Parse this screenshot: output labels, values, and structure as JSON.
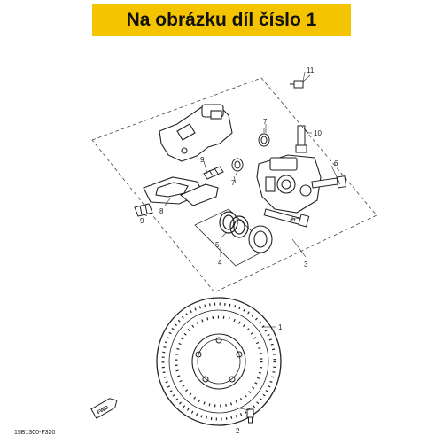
{
  "header": {
    "title": "Na obrázku díl číslo 1"
  },
  "callouts": {
    "c1": "1",
    "c2": "2",
    "c3": "3",
    "c4": "4",
    "c5": "5",
    "c6a": "6",
    "c6b": "6",
    "c7a": "7",
    "c7b": "7",
    "c8": "8",
    "c9a": "9",
    "c9b": "9",
    "c10": "10",
    "c11": "11"
  },
  "fwd_label": "FWD",
  "drawing_code": "15B1300-F320",
  "colors": {
    "banner": "#f5c400",
    "line": "#222222",
    "background": "#ffffff"
  }
}
